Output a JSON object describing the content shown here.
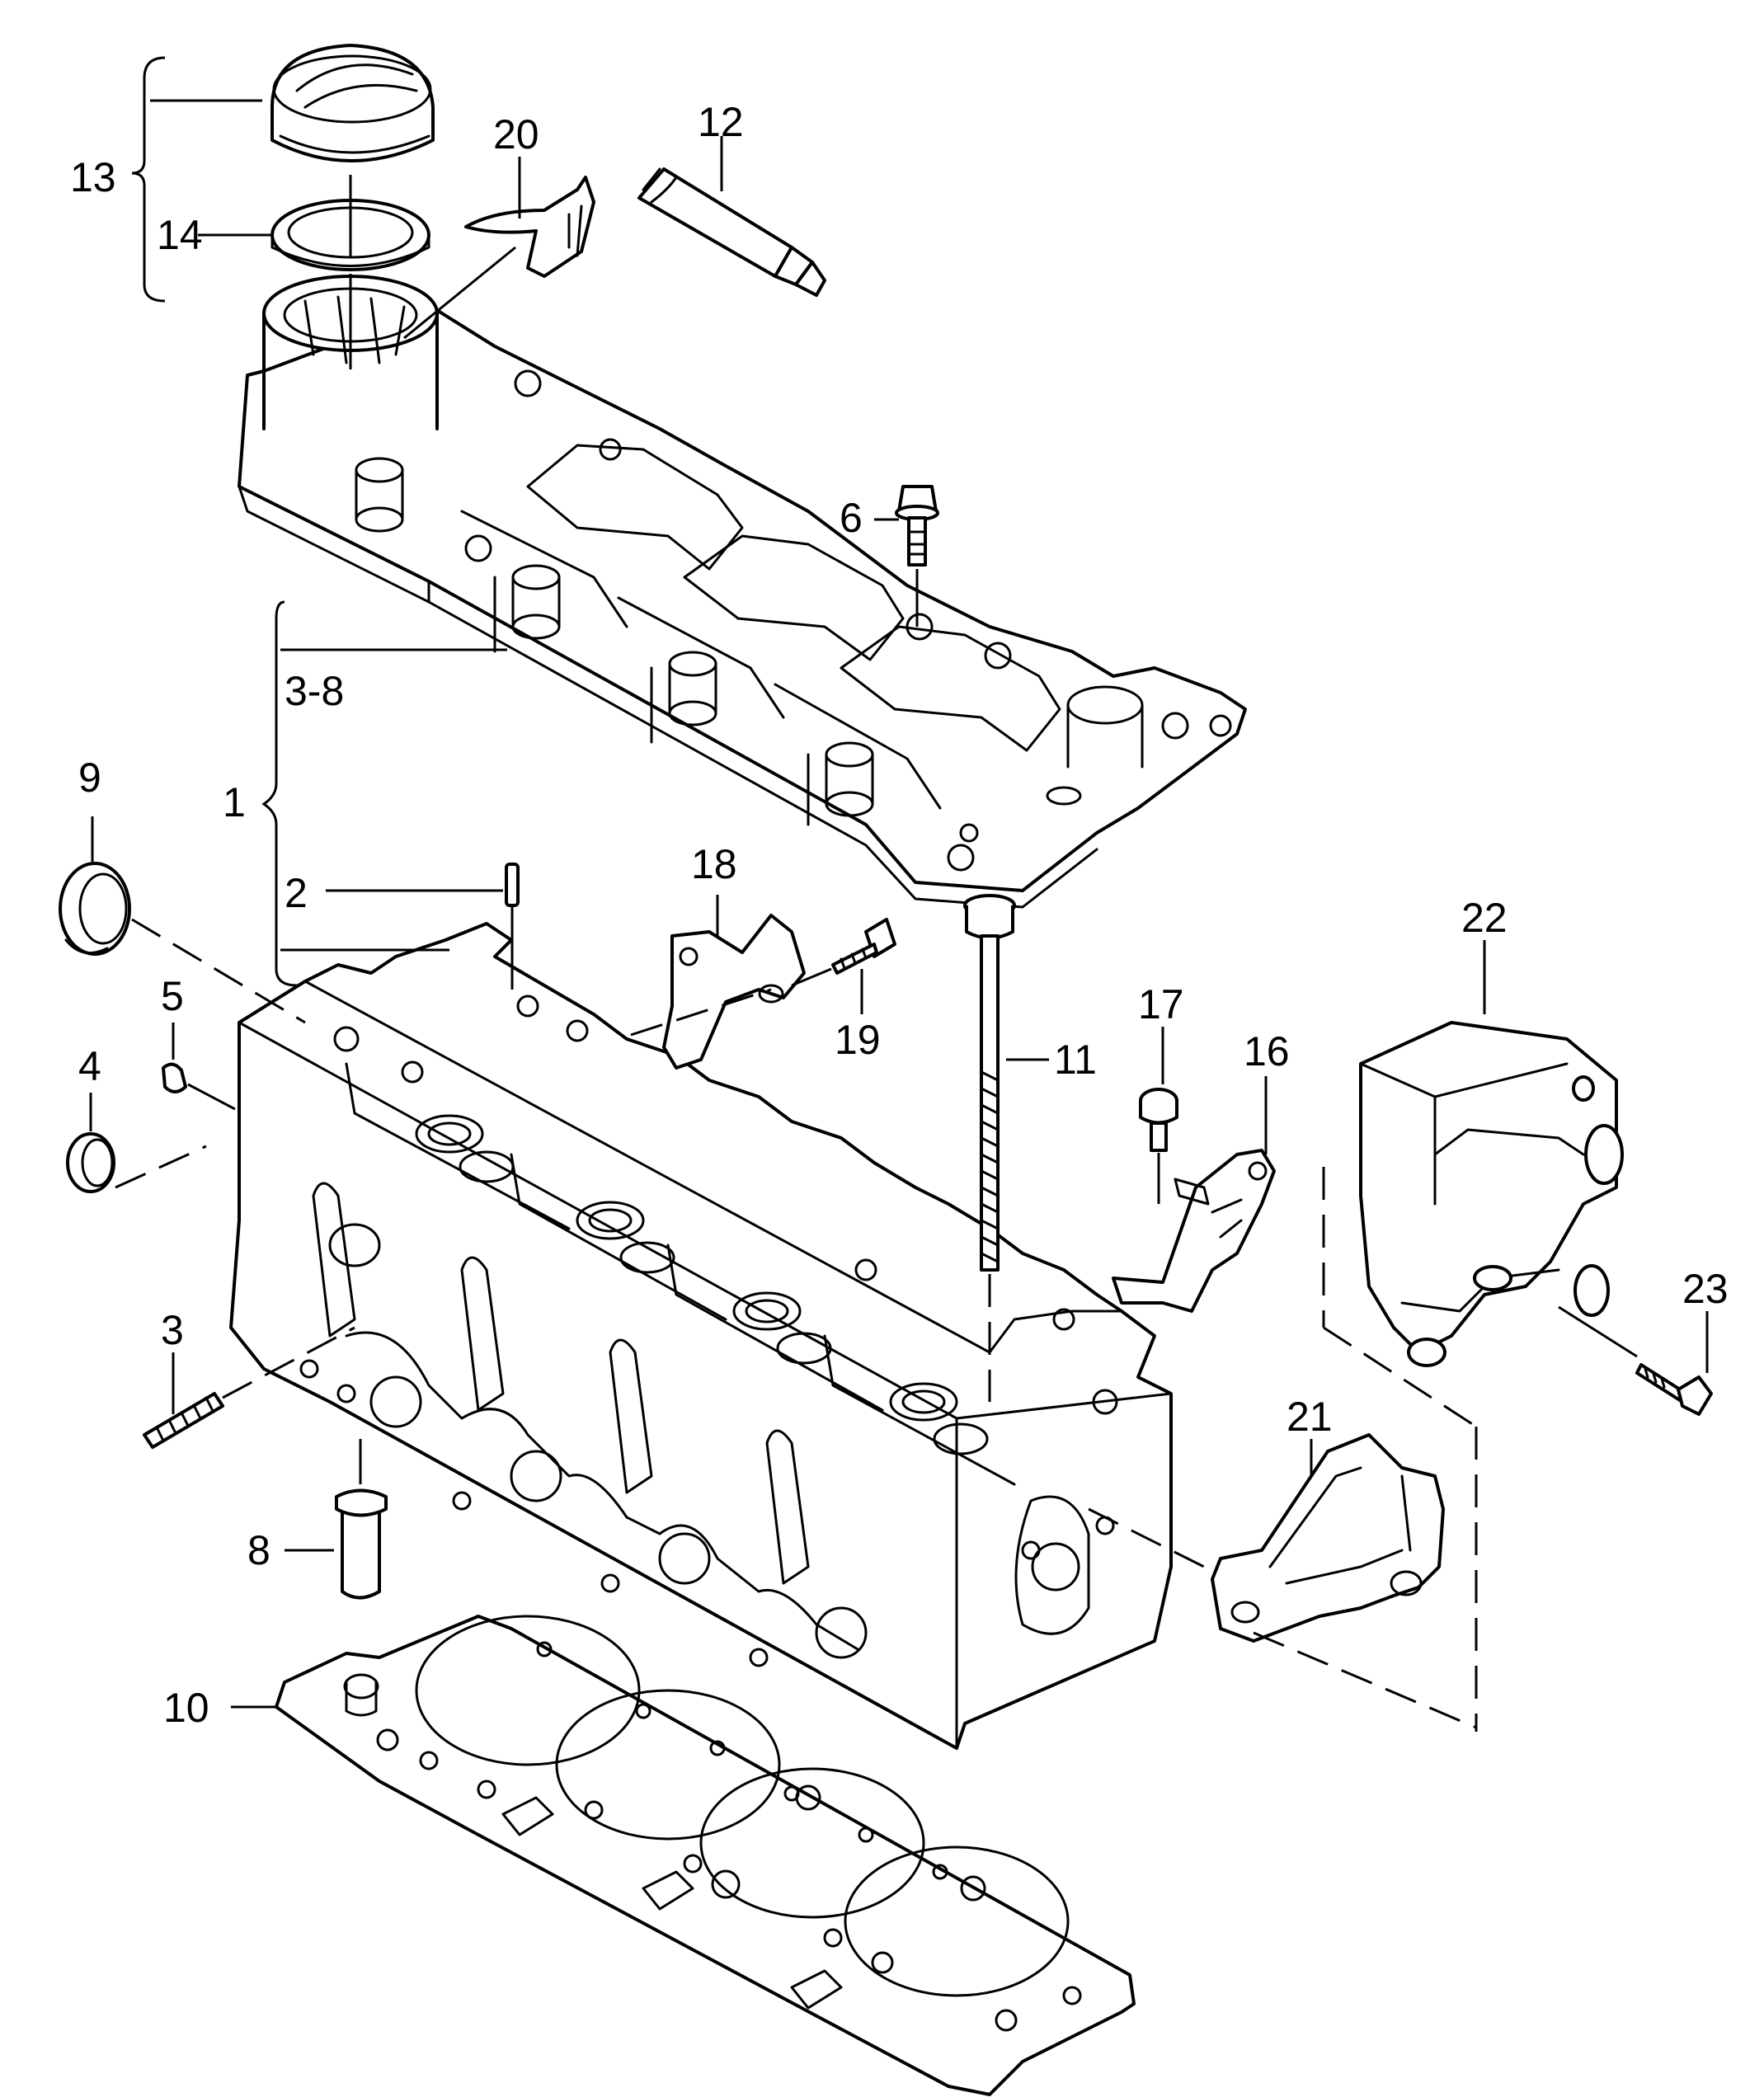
{
  "callouts": {
    "c1": "1",
    "c2": "2",
    "c3": "3",
    "c3_8": "3-8",
    "c4": "4",
    "c5": "5",
    "c6": "6",
    "c8": "8",
    "c9": "9",
    "c10": "10",
    "c11": "11",
    "c12": "12",
    "c13": "13",
    "c14": "14",
    "c16": "16",
    "c17": "17",
    "c18": "18",
    "c19": "19",
    "c20": "20",
    "c21": "21",
    "c22": "22",
    "c23": "23"
  }
}
